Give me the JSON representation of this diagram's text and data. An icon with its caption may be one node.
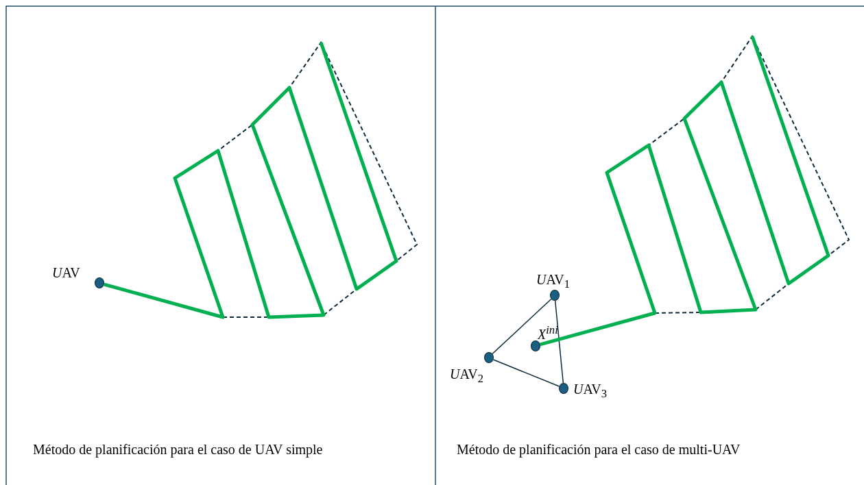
{
  "diagram": {
    "nodes": [
      {
        "text": [],
        "shape": "circle",
        "beside": [
          "UAV"
        ]
      },
      {
        "text": [],
        "shape": "circle",
        "beside": [
          "UAV$_{1}$"
        ]
      },
      {
        "text": [],
        "shape": "circle",
        "beside": [
          "UAV$_{2}$"
        ]
      },
      {
        "text": [],
        "shape": "circle",
        "beside": [
          "UAV$_{3}$"
        ]
      },
      {
        "text": [],
        "shape": "circle",
        "beside": [
          "X$^{ini}$"
        ]
      }
    ],
    "edges": [
      {
        "from": 0,
        "to": null,
        "arrow": "none",
        "style": "thick",
        "color": "#00b050"
      },
      {
        "from": 1,
        "to": 2,
        "arrow": "none"
      },
      {
        "from": 2,
        "to": 3,
        "arrow": "none"
      },
      {
        "from": 3,
        "to": 1,
        "arrow": "none"
      },
      {
        "from": 4,
        "to": null,
        "arrow": "none",
        "style": "thick",
        "color": "#00b050"
      }
    ],
    "labels": [
      "Método de planificación para el caso de UAV simple",
      "Método de planificación para el caso de multi-UAV"
    ]
  }
}
